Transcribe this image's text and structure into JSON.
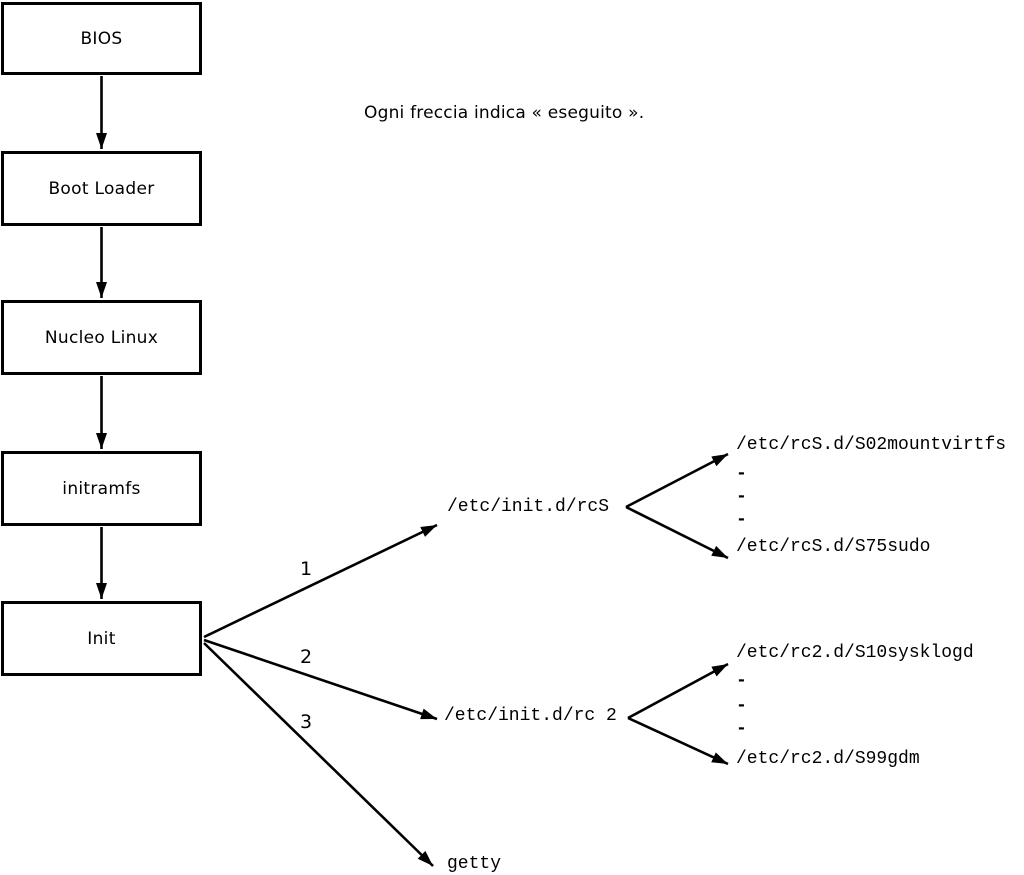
{
  "diagram": {
    "caption": "Ogni freccia indica « eseguito ».",
    "chain": [
      {
        "label": "BIOS"
      },
      {
        "label": "Boot Loader"
      },
      {
        "label": "Nucleo Linux"
      },
      {
        "label": "initramfs"
      },
      {
        "label": "Init"
      }
    ],
    "branches": [
      {
        "number": "1",
        "target": "/etc/init.d/rcS"
      },
      {
        "number": "2",
        "target": "/etc/init.d/rc 2"
      },
      {
        "number": "3",
        "target": "getty"
      }
    ],
    "rcS_group": {
      "first": "/etc/rcS.d/S02mountvirtfs",
      "dashes": [
        "-",
        "-",
        "-"
      ],
      "last": "/etc/rcS.d/S75sudo"
    },
    "rc2_group": {
      "first": "/etc/rc2.d/S10sysklogd",
      "dashes": [
        "-",
        "-",
        "-"
      ],
      "last": "/etc/rc2.d/S99gdm"
    },
    "colors": {
      "ink": "#000000",
      "background": "#ffffff"
    }
  }
}
